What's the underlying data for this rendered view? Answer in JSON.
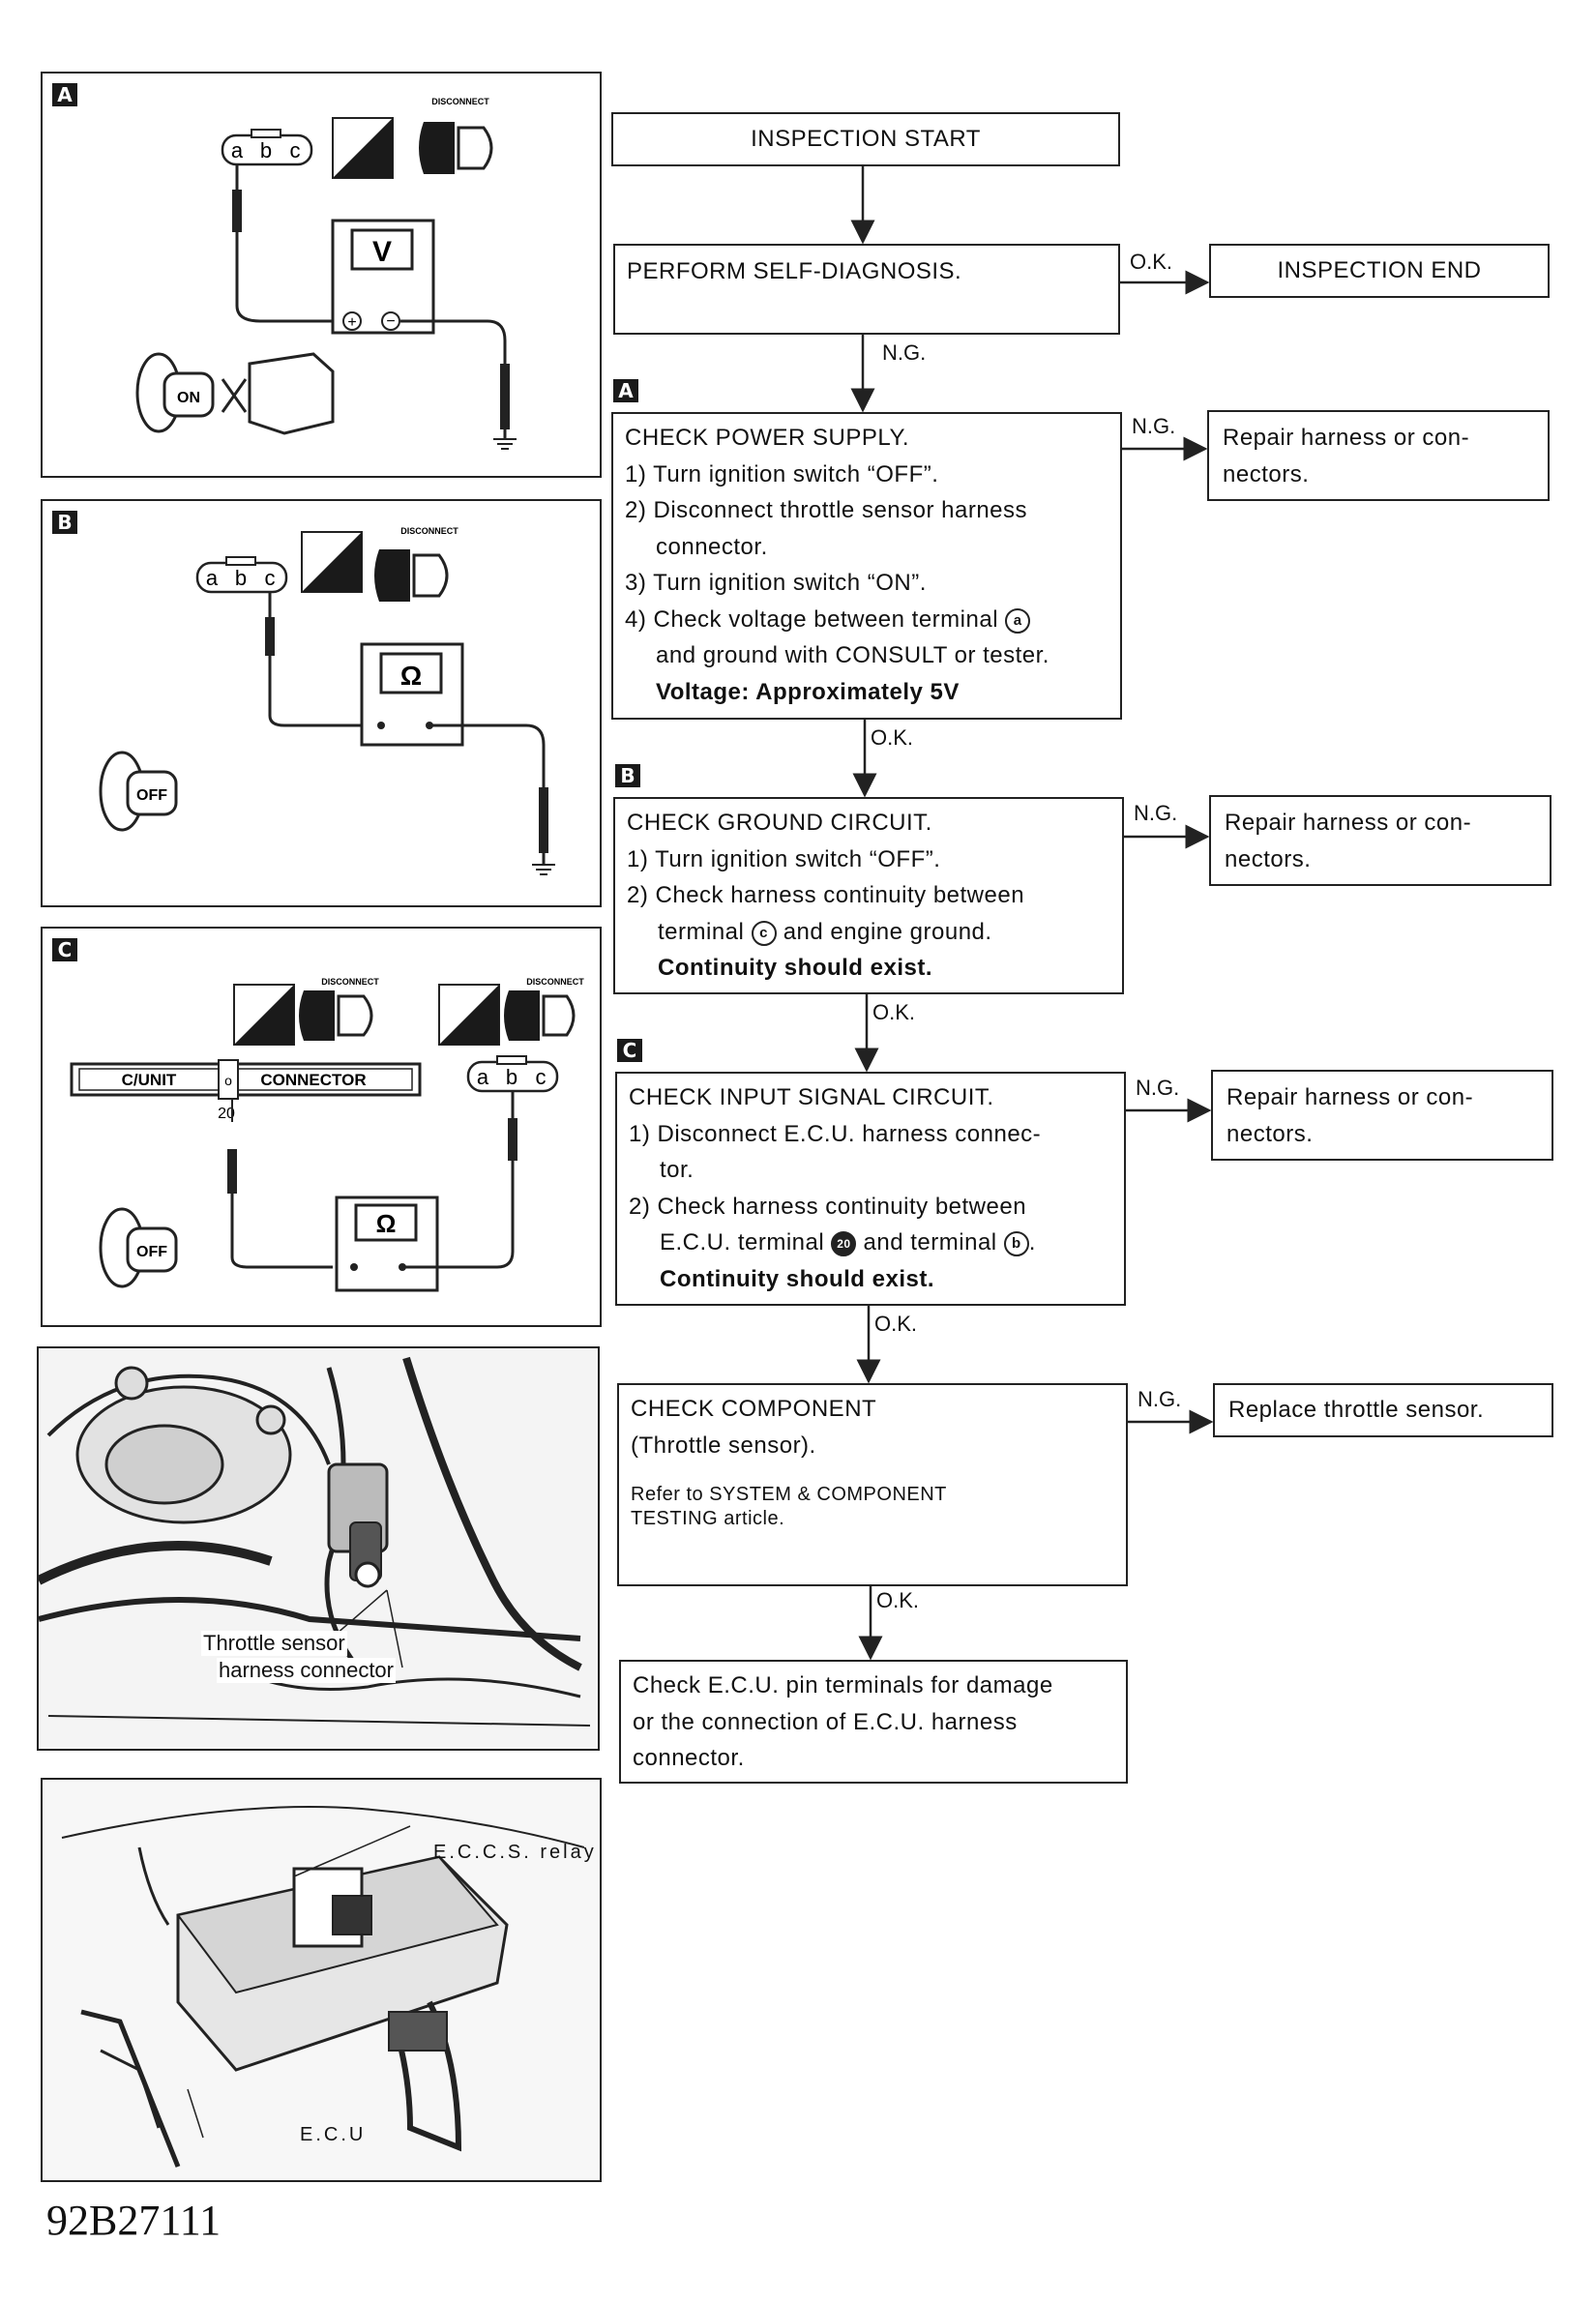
{
  "flow": {
    "start": "INSPECTION START",
    "end": "INSPECTION END",
    "diag": "PERFORM SELF-DIAGNOSIS.",
    "ok": "O.K.",
    "ng": "N.G.",
    "stepA": {
      "tag": "A",
      "title": "CHECK POWER SUPPLY.",
      "l1": "1) Turn ignition switch “OFF”.",
      "l2": "2) Disconnect throttle sensor harness",
      "l2b": "connector.",
      "l3": "3) Turn ignition switch “ON”.",
      "l4a": "4) Check voltage between terminal",
      "l4a_term": "a",
      "l4b": "and ground with CONSULT or tester.",
      "spec": "Voltage: Approximately 5V"
    },
    "stepB": {
      "tag": "B",
      "title": "CHECK GROUND CIRCUIT.",
      "l1": "1) Turn ignition switch “OFF”.",
      "l2": "2) Check harness continuity between",
      "l3a": "terminal",
      "l3_term": "c",
      "l3b": "and engine ground.",
      "spec": "Continuity should exist."
    },
    "stepC": {
      "tag": "C",
      "title": "CHECK INPUT SIGNAL CIRCUIT.",
      "l1": "1) Disconnect E.C.U. harness connec-",
      "l1b": "tor.",
      "l2": "2) Check harness continuity between",
      "l3a": "E.C.U. terminal",
      "l3_term1": "20",
      "l3b": "and terminal",
      "l3_term2": "b",
      "spec": "Continuity should exist."
    },
    "stepD": {
      "title": "CHECK COMPONENT",
      "l1": "(Throttle sensor).",
      "note1": "Refer to SYSTEM & COMPONENT",
      "note2": "TESTING article."
    },
    "repair": "Repair harness or con-",
    "repair2": "nectors.",
    "replace": "Replace throttle sensor.",
    "final1": "Check E.C.U. pin terminals for damage",
    "final2": "or the connection of E.C.U. harness",
    "final3": "connector."
  },
  "figures": {
    "panelA": {
      "tag": "A",
      "terms": [
        "a",
        "b",
        "c"
      ],
      "meter": "V",
      "switch": "ON"
    },
    "panelB": {
      "tag": "B",
      "terms": [
        "a",
        "b",
        "c"
      ],
      "meter": "Ω",
      "switch": "OFF"
    },
    "panelC": {
      "tag": "C",
      "unit_left": "C/UNIT",
      "unit_right": "CONNECTOR",
      "pin": "20",
      "terms": [
        "a",
        "b",
        "c"
      ],
      "meter": "Ω",
      "switch": "OFF"
    },
    "disconnect": "DISCONNECT",
    "photo1": {
      "label1": "Throttle sensor",
      "label2": "harness connector"
    },
    "photo2": {
      "relay": "E.C.C.S. relay",
      "ecu": "E.C.U"
    }
  },
  "code": "92B27111"
}
